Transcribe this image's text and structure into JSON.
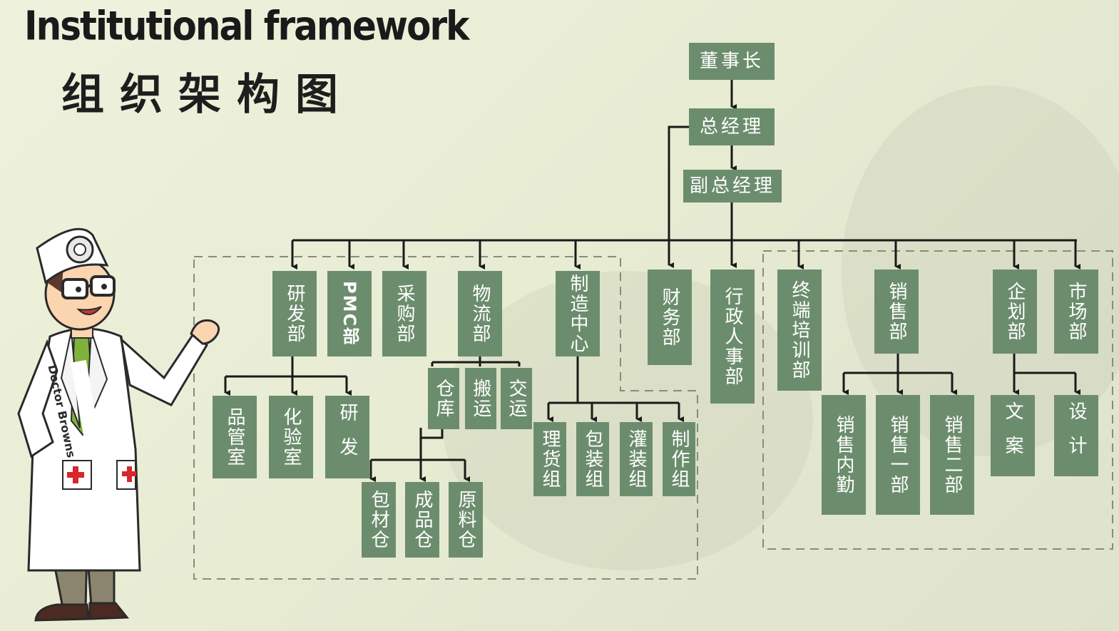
{
  "title_en": "Institutional framework",
  "title_cn": "组织架构图",
  "doctor_badge": "Doctor Browns",
  "nodes": {
    "chairman": "董事长",
    "general_manager": "总经理",
    "deputy_gm": "副总经理",
    "rd_dept": "研发部",
    "pmc_dept": "PMC部",
    "purchasing_dept": "采购部",
    "logistics_dept": "物流部",
    "manufacturing_center": "制造中心",
    "finance_dept": "财务部",
    "admin_hr_dept": "行政人事部",
    "terminal_training_dept": "终端培训部",
    "sales_dept": "销售部",
    "planning_dept": "企划部",
    "marketing_dept": "市场部",
    "qc_room": "品管室",
    "lab_room": "化验室",
    "rd": "研发",
    "warehouse": "仓库",
    "handling": "搬运",
    "delivery": "交运",
    "packaging_store": "包材仓",
    "finished_goods_store": "成品仓",
    "raw_material_store": "原料仓",
    "sorting_group": "理货组",
    "packing_group": "包装组",
    "filling_group": "灌装组",
    "production_group": "制作组",
    "sales_office": "销售内勤",
    "sales_one": "销售一部",
    "sales_two": "销售二部",
    "copywriting": "文案",
    "design": "设计"
  },
  "colors": {
    "box": "#6c8d6d",
    "line": "#1a1a1a",
    "dashed": "#8a8a80",
    "background": "#e8ecd3"
  }
}
